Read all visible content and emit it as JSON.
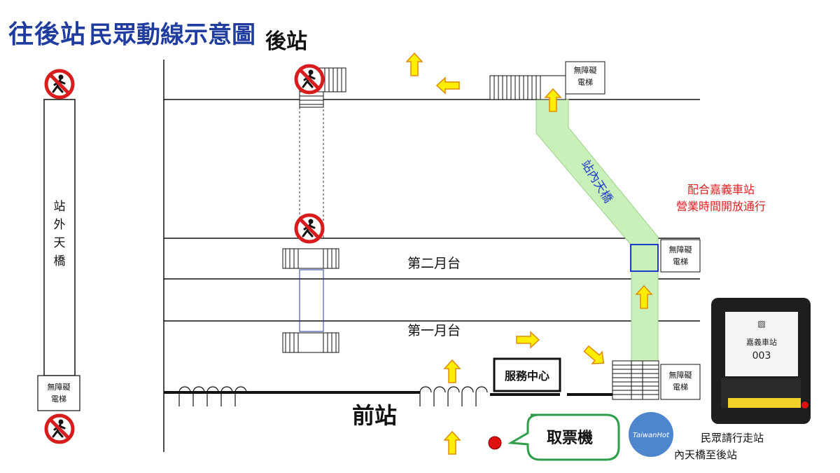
{
  "title": {
    "main": "往後站",
    "sub": "民眾動線示意圖",
    "back": "後站"
  },
  "labels": {
    "outer_bridge": "站外天橋",
    "inner_bridge": "站內天橋",
    "platform2": "第二月台",
    "platform1": "第一月台",
    "front_station": "前站",
    "service_center": "服務中心",
    "ticket_machine": "取票機",
    "elevator_line1": "無障礙",
    "elevator_line2": "電梯",
    "notice_line1": "配合嘉義車站",
    "notice_line2": "營業時間開放通行",
    "bottom_note_line1": "民眾請行走站",
    "bottom_note_line2": "內天橋至後站",
    "watermark": "TaiwanHot",
    "receipt_line1": "嘉義車站",
    "receipt_line2": "003"
  },
  "colors": {
    "title": "#1f3c9e",
    "notice": "#e02020",
    "bridge": "#c8f0b8",
    "arrow": "#ffee00",
    "callout": "#2e9e4a"
  }
}
